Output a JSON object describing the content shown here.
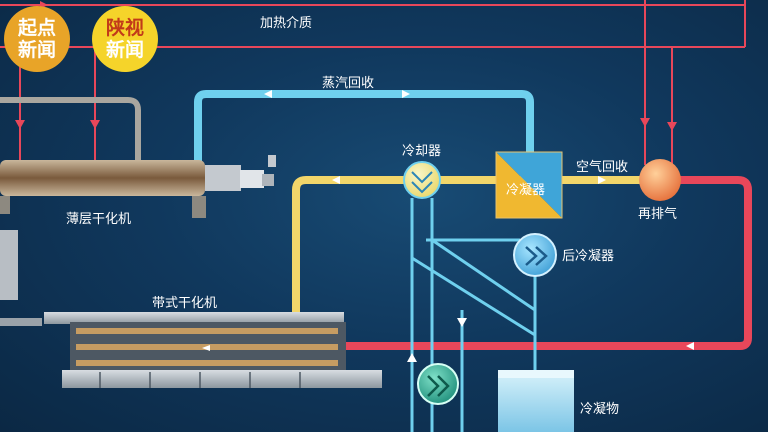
{
  "logos": [
    {
      "line1": "起点",
      "line2": "新闻"
    },
    {
      "line1": "陕视",
      "line2": "新闻"
    }
  ],
  "labels": {
    "heating_medium": "加热介质",
    "steam_recovery": "蒸汽回收",
    "cooler": "冷却器",
    "air_recovery": "空气回收",
    "condenser": "冷凝器",
    "thin_layer_dryer": "薄层干化机",
    "reheat_exhaust": "再排气",
    "post_condenser": "后冷凝器",
    "belt_dryer": "带式干化机",
    "condensate": "冷凝物"
  },
  "colors": {
    "heating_pipe": "#e8475a",
    "steam_pipe": "#6fd0ee",
    "air_pipe": "#f2d66a",
    "condenser_box": "#f0b830",
    "condenser_cyan": "#3fa5d8",
    "reheater": "#f08a4a",
    "cooler_green": "#2fae98",
    "tank": "#9fd8ee"
  }
}
